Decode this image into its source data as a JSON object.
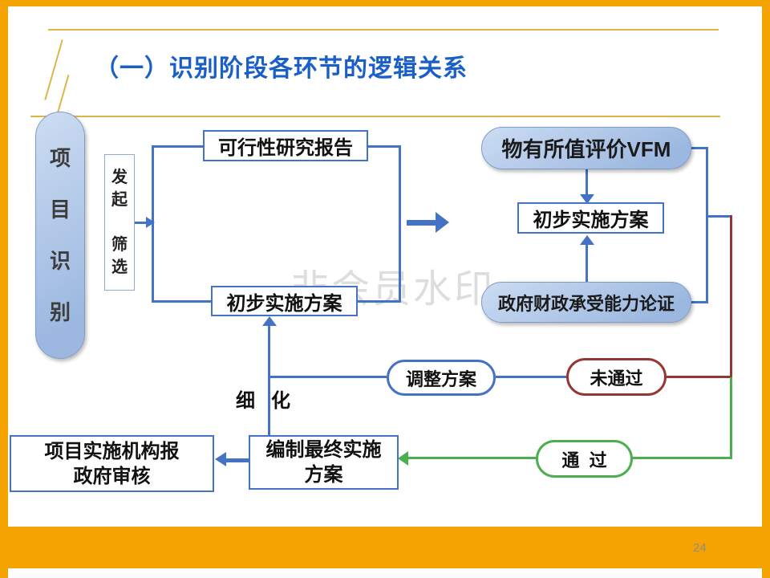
{
  "slide": {
    "title": "（一）识别阶段各环节的逻辑关系",
    "page_number": "24",
    "watermark": "非会员水印"
  },
  "stage": {
    "label": "项\n目\n识\n别",
    "initiate_screen": "发\n起\n\n筛\n选"
  },
  "nodes": {
    "feasibility_report": "可行性研究报告",
    "preliminary_plan": "初步实施方案",
    "vfm_evaluation": "物有所值评价VFM",
    "preliminary_plan_2": "初步实施方案",
    "fiscal_affordability": "政府财政承受能力论证",
    "adjust_plan": "调整方案",
    "not_passed": "未通过",
    "passed": "通  过",
    "refine": "细   化",
    "final_plan": "编制最终实施\n方案",
    "agency_report": "项目实施机构报\n政府审核"
  },
  "colors": {
    "frame_orange": "#F5A300",
    "title_blue": "#1A5FC8",
    "connector_blue": "#4472C4",
    "fail_red": "#943634",
    "pass_green": "#4BAE4F",
    "gold_accent": "#DDB54A",
    "capsule_blue_light": "#CCDCF2",
    "capsule_blue_dark": "#9CB8E0"
  }
}
